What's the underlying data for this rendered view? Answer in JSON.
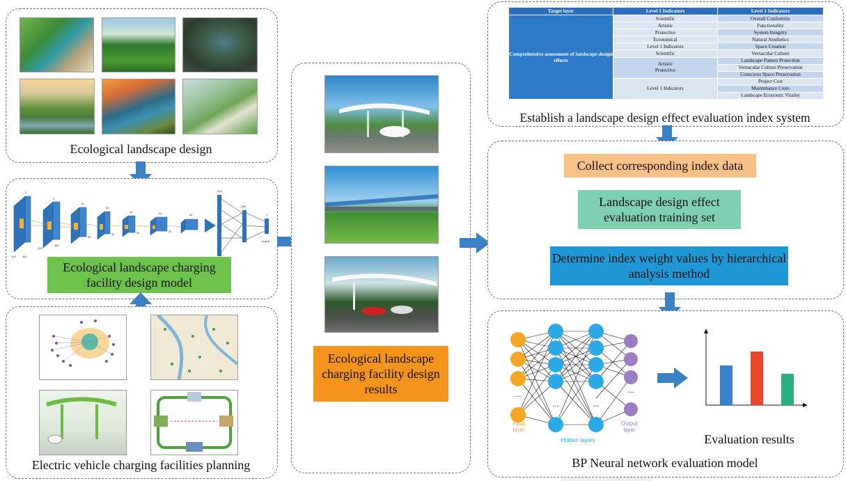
{
  "colors": {
    "arrow_blue": "#3b7fc4",
    "green_box": "#6cc24a",
    "orange_box": "#f5941d",
    "peach_box": "#f9c088",
    "teal_box": "#7fd0b0",
    "blue_box": "#1f97d4",
    "bar_blue": "#3a82c8",
    "bar_red": "#e9452f",
    "bar_green": "#2ab07f",
    "node_orange": "#f5a623",
    "node_blue": "#29a9e6",
    "node_purple": "#9b7ec2"
  },
  "panels": {
    "landscape_design": {
      "caption": "Ecological landscape design"
    },
    "design_model": {
      "label": "Ecological landscape charging facility design model",
      "cnn_numbers": [
        "120",
        "360",
        "3",
        "3",
        "120",
        "360",
        "16",
        "60",
        "36",
        "32",
        "16",
        "36",
        "24",
        "32",
        "64",
        "512",
        "256",
        "4",
        "output"
      ]
    },
    "charging_planning": {
      "caption": "Electric vehicle charging facilities planning"
    },
    "design_results": {
      "label": "Ecological landscape charging facility design results"
    },
    "evaluation_index": {
      "caption": "Establish a landscape design effect evaluation index system",
      "table": {
        "headers": [
          "Target layer",
          "Level 1 Indicators",
          "Level 1 Indicators"
        ],
        "target": "Comprehensive assessment of landscape design effects",
        "groups": [
          {
            "level1": [
              "Scientific",
              "Artistic",
              "Protective"
            ],
            "level2": [
              "Overall Conformity",
              "Functionality",
              "System Integrity"
            ]
          },
          {
            "level1": [
              "Economical",
              "Level 1 Indicators",
              "Scientific"
            ],
            "level2": [
              "Natural Aesthetics",
              "Space Creation",
              "Vernacular Culture"
            ]
          },
          {
            "level1": [
              "Artistic",
              "Protective"
            ],
            "level2": [
              "Landscape Pattern Protection",
              "Vernacular Culture Preservation",
              "Conscious Space Preservation"
            ]
          },
          {
            "level1": [
              "Level 1 Indicators"
            ],
            "level2": [
              "Project Cost",
              "Maintenance Costs",
              "Landscape Economic Vitality"
            ]
          }
        ]
      }
    },
    "process": {
      "step1": "Collect corresponding index data",
      "step2": "Landscape design effect evaluation training set",
      "step3": "Determine index weight values by hierarchical analysis method"
    },
    "bp_model": {
      "caption": "BP Neural network evaluation model",
      "input_label": "Input layer",
      "hidden_label": "Hidden layers",
      "output_label": "Output layer",
      "ellipsis": "...",
      "results_label": "Evaluation results"
    }
  },
  "chart_data": {
    "type": "bar",
    "categories": [
      "",
      "",
      ""
    ],
    "values": [
      57,
      77,
      45
    ],
    "colors": [
      "#3a82c8",
      "#e9452f",
      "#2ab07f"
    ],
    "ylim": [
      0,
      100
    ],
    "title": "",
    "xlabel": "",
    "ylabel": ""
  }
}
